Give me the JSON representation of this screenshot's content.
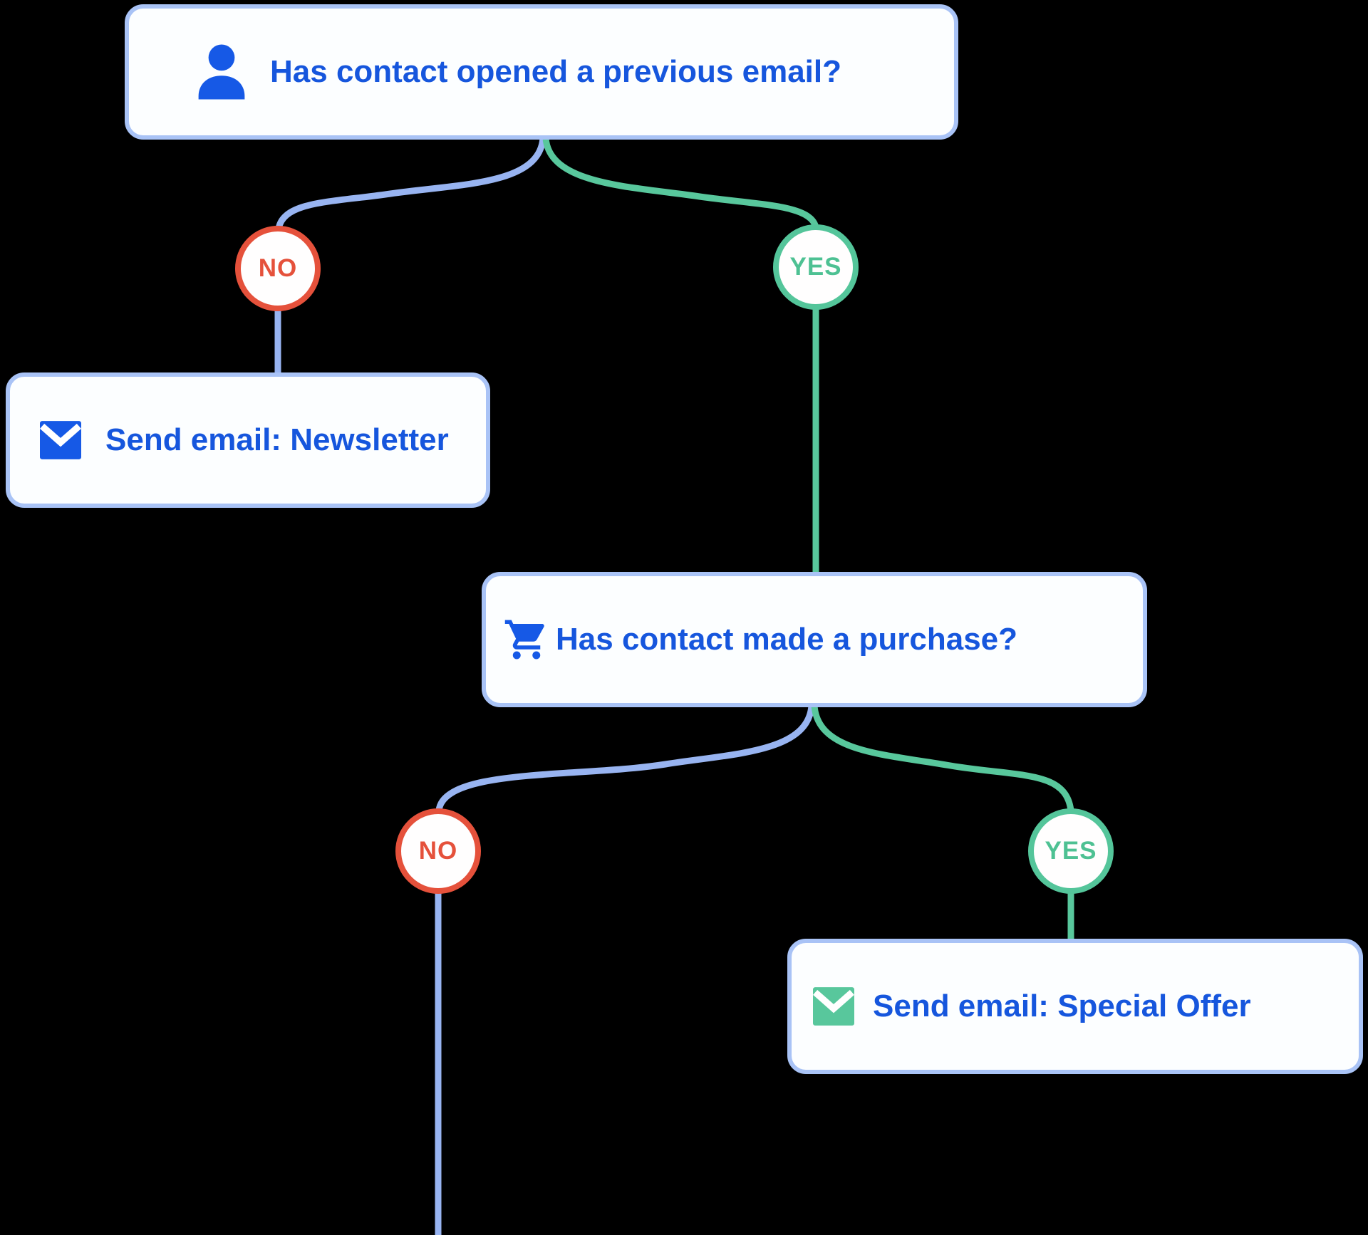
{
  "diagram": {
    "title": "Email automation decision flowchart",
    "background": "#000000",
    "colors": {
      "node_fill": "#fcfeff",
      "node_border": "#a9c3f6",
      "label_blue": "#1656dd",
      "icon_blue": "#1659e6",
      "no_red": "#e5513b",
      "yes_green": "#4ec193",
      "edge_blue": "#98b4f1",
      "edge_green": "#58c79c",
      "envelope_green": "#58c79c"
    },
    "nodes": {
      "question1": {
        "type": "condition",
        "icon": "person-icon",
        "label": "Has contact opened a previous email?"
      },
      "branch1_no": {
        "label": "NO"
      },
      "branch1_yes": {
        "label": "YES"
      },
      "action_newsletter": {
        "type": "action",
        "icon": "envelope-icon",
        "label": "Send email: Newsletter"
      },
      "question2": {
        "type": "condition",
        "icon": "cart-icon",
        "label": "Has contact made a purchase?"
      },
      "branch2_no": {
        "label": "NO"
      },
      "branch2_yes": {
        "label": "YES"
      },
      "action_special_offer": {
        "type": "action",
        "icon": "envelope-icon",
        "label": "Send email: Special Offer"
      }
    },
    "edges": [
      {
        "from": "question1",
        "to": "branch1_no",
        "color": "blue"
      },
      {
        "from": "question1",
        "to": "branch1_yes",
        "color": "green"
      },
      {
        "from": "branch1_no",
        "to": "action_newsletter",
        "color": "blue"
      },
      {
        "from": "branch1_yes",
        "to": "question2",
        "color": "green"
      },
      {
        "from": "question2",
        "to": "branch2_no",
        "color": "blue"
      },
      {
        "from": "question2",
        "to": "branch2_yes",
        "color": "green"
      },
      {
        "from": "branch2_no",
        "to": "offscreen-bottom",
        "color": "blue"
      },
      {
        "from": "branch2_yes",
        "to": "action_special_offer",
        "color": "green"
      }
    ]
  }
}
